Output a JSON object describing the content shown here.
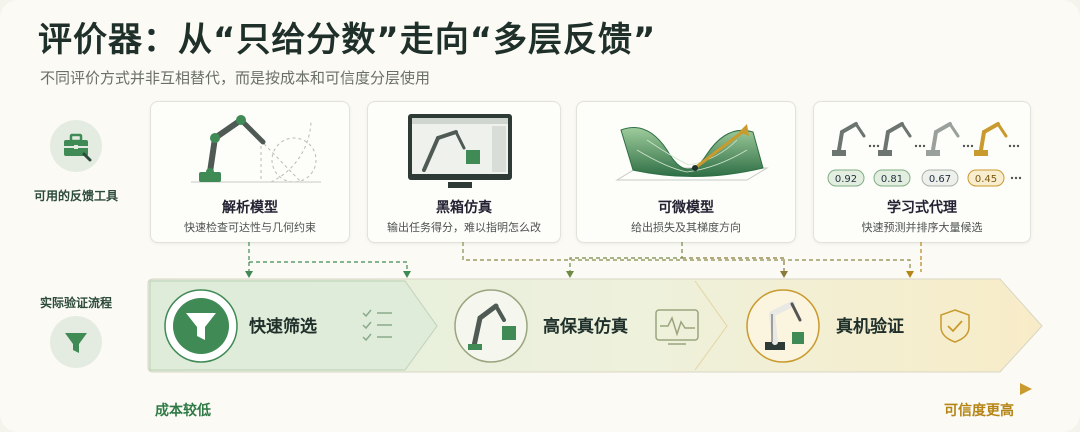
{
  "header": {
    "title": "评价器：从“只给分数”走向“多层反馈”",
    "subtitle": "不同评价方式并非互相替代，而是按成本和可信度分层使用"
  },
  "rows": {
    "tools_label": "可用的反馈工具",
    "flow_label": "实际验证流程"
  },
  "cards": [
    {
      "title": "解析模型",
      "desc": "快速检查可达性与几何约束"
    },
    {
      "title": "黑箱仿真",
      "desc": "输出任务得分，难以指明怎么改"
    },
    {
      "title": "可微模型",
      "desc": "给出损失及其梯度方向"
    },
    {
      "title": "学习式代理",
      "desc": "快速预测并排序大量候选"
    }
  ],
  "surrogate_scores": [
    "0.92",
    "0.81",
    "0.67",
    "0.45"
  ],
  "stages": [
    {
      "title": "快速筛选"
    },
    {
      "title": "高保真仿真"
    },
    {
      "title": "真机验证"
    }
  ],
  "axis": {
    "low": "成本较低",
    "high": "可信度更高"
  },
  "colors": {
    "green": "#3f8a55",
    "gold": "#c99a2e",
    "dark": "#1f2f2a"
  },
  "icons": [
    "toolbox-icon",
    "funnel-icon",
    "robot-arm-icon",
    "monitor-icon",
    "loss-surface-icon",
    "checklist-icon",
    "waveform-monitor-icon",
    "shield-check-icon"
  ]
}
